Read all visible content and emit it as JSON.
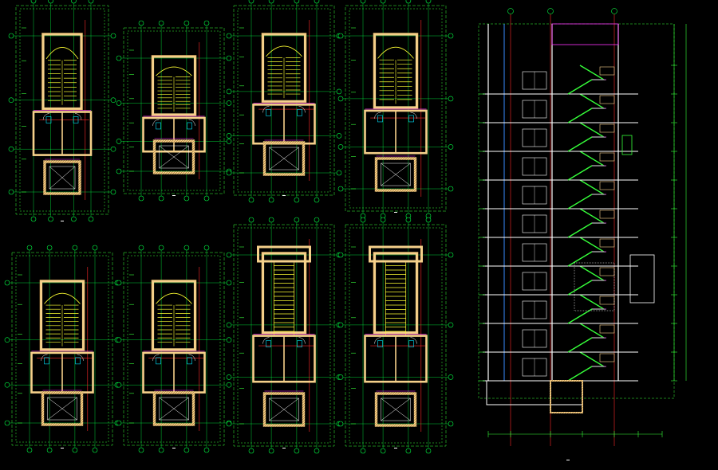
{
  "drawing": {
    "background": "#000000",
    "colors": {
      "wall": "#f5d08a",
      "wall_hatch": "#b07f3a",
      "stair": "#ffff33",
      "gridline": "#00ff44",
      "dimension": "#36ff3a",
      "axis": "#ff2a2a",
      "glazing": "#ff33ff",
      "text": "#ffffff",
      "cyan": "#00e5ff",
      "blue": "#3a8bff"
    },
    "plans": [
      {
        "id": "plan-1",
        "title": "",
        "variant": "ground"
      },
      {
        "id": "plan-2",
        "title": "",
        "variant": "typical"
      },
      {
        "id": "plan-3",
        "title": "",
        "variant": "typical"
      },
      {
        "id": "plan-4",
        "title": "",
        "variant": "upper"
      },
      {
        "id": "plan-5",
        "title": "",
        "variant": "basement"
      },
      {
        "id": "plan-6",
        "title": "",
        "variant": "typical"
      },
      {
        "id": "plan-7",
        "title": "",
        "variant": "roof"
      },
      {
        "id": "plan-8",
        "title": "",
        "variant": "roof-frame"
      }
    ],
    "section": {
      "title": "",
      "floors": 11
    }
  }
}
